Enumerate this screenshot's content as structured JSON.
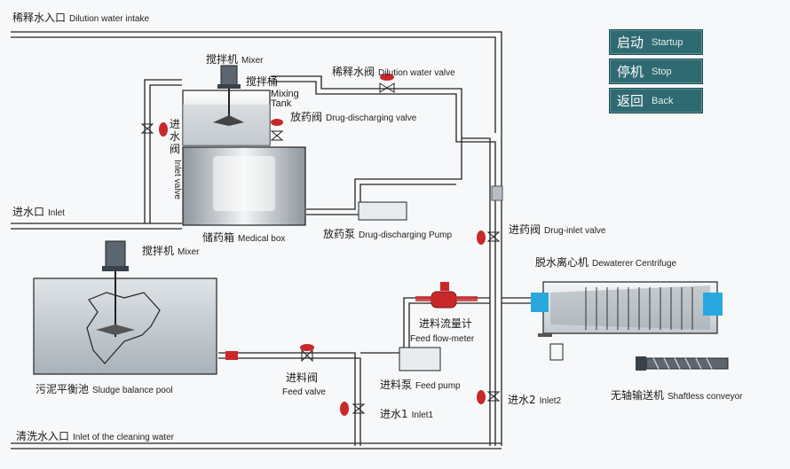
{
  "buttons": [
    {
      "cn": "启动",
      "en": "Startup"
    },
    {
      "cn": "停机",
      "en": "Stop"
    },
    {
      "cn": "返回",
      "en": "Back"
    }
  ],
  "labels": {
    "dilution_intake": {
      "cn": "稀释水入口",
      "en": "Dilution water intake"
    },
    "mixer_top": {
      "cn": "搅拌机",
      "en": "Mixer"
    },
    "mixing_tank": {
      "cn": "搅拌桶",
      "en": "Mixing Tank"
    },
    "dilution_valve": {
      "cn": "稀释水阀",
      "en": "Dilution water valve"
    },
    "drug_discharge_valve": {
      "cn": "放药阀",
      "en": "Drug-discharging valve"
    },
    "inlet_valve": {
      "cn": "进水阀",
      "en": "Inlet valve"
    },
    "inlet": {
      "cn": "进水口",
      "en": "Inlet"
    },
    "medical_box": {
      "cn": "储药箱",
      "en": "Medical box"
    },
    "discharge_pump": {
      "cn": "放药泵",
      "en": "Drug-discharging Pump"
    },
    "drug_inlet_valve": {
      "cn": "进药阀",
      "en": "Drug-inlet valve"
    },
    "centrifuge": {
      "cn": "脱水离心机",
      "en": "Dewaterer Centrifuge"
    },
    "mixer_pool": {
      "cn": "搅拌机",
      "en": "Mixer"
    },
    "flow_meter": {
      "cn": "进料流量计",
      "en": "Feed flow-meter"
    },
    "sludge_pool": {
      "cn": "污泥平衡池",
      "en": "Sludge balance pool"
    },
    "feed_valve": {
      "cn": "进料阀",
      "en": "Feed valve"
    },
    "feed_pump": {
      "cn": "进料泵",
      "en": "Feed pump"
    },
    "inlet1": {
      "cn": "进水1",
      "en": "Inlet1"
    },
    "inlet2": {
      "cn": "进水2",
      "en": "Inlet2"
    },
    "conveyor": {
      "cn": "无轴输送机",
      "en": "Shaftless conveyor"
    },
    "cleaning_intake": {
      "cn": "清洗水入口",
      "en": "Inlet of the cleaning water"
    }
  },
  "colors": {
    "button_bg": "#2f6a72",
    "valve_red": "#c8282a",
    "pipe_outline": "#222222",
    "accent_blue": "#29a8e0"
  }
}
